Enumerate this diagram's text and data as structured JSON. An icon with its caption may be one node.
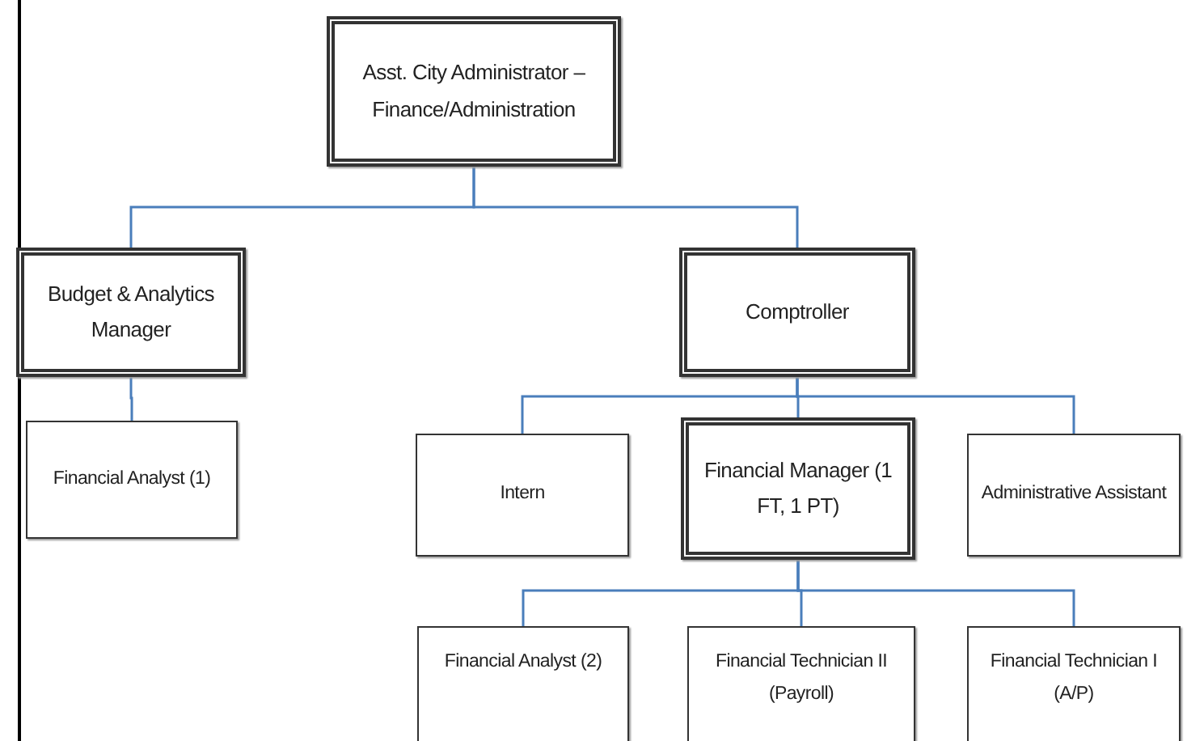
{
  "diagram": {
    "nodes": [
      {
        "text": [
          "Asst. City Administrator – Finance/Administration"
        ]
      },
      {
        "text": [
          "Budget & Analytics Manager"
        ]
      },
      {
        "text": [
          "Comptroller"
        ]
      },
      {
        "text": [
          "Financial Analyst (1)"
        ]
      },
      {
        "text": [
          "Intern"
        ]
      },
      {
        "text": [
          "Financial Manager (1 FT, 1 PT)"
        ]
      },
      {
        "text": [
          "Administrative Assistant"
        ]
      },
      {
        "text": [
          "Financial Analyst (2)"
        ]
      },
      {
        "text": [
          "Financial Technician II (Payroll)"
        ]
      },
      {
        "text": [
          "Financial Technician I (A/P)"
        ]
      }
    ],
    "edges": [
      {
        "from": 0,
        "to": 1,
        "arrow": "none"
      },
      {
        "from": 0,
        "to": 2,
        "arrow": "none"
      },
      {
        "from": 1,
        "to": 3,
        "arrow": "none"
      },
      {
        "from": 2,
        "to": 4,
        "arrow": "none"
      },
      {
        "from": 2,
        "to": 5,
        "arrow": "none"
      },
      {
        "from": 2,
        "to": 6,
        "arrow": "none"
      },
      {
        "from": 5,
        "to": 7,
        "arrow": "none"
      },
      {
        "from": 5,
        "to": 8,
        "arrow": "none"
      },
      {
        "from": 5,
        "to": 9,
        "arrow": "none"
      }
    ]
  }
}
